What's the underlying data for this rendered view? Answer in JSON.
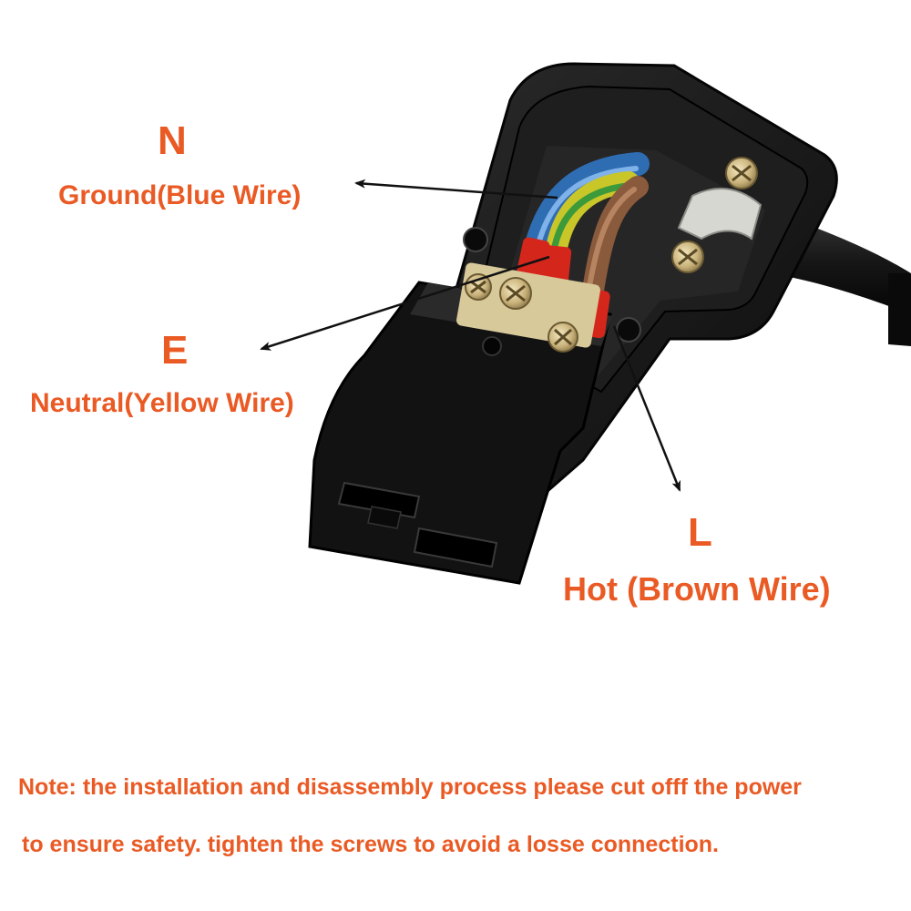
{
  "labels": {
    "n_letter": "N",
    "n_desc": "Ground(Blue Wire)",
    "e_letter": "E",
    "e_desc": "Neutral(Yellow Wire)",
    "l_letter": "L",
    "l_desc": "Hot (Brown Wire)"
  },
  "note": {
    "line1": "Note: the installation and  disassembly process please cut offf  the power",
    "line2": "to ensure safety. tighten the screws  to avoid a losse connection."
  },
  "colors": {
    "label_text": "#ea5a24",
    "arrow": "#111111",
    "housing": "#141414",
    "blue_wire": "#3f7fc4",
    "yellow_green_wire": "#c9c62a",
    "brown_wire": "#8a5a3c",
    "sleeve_red": "#d5261c",
    "screw_brass": "#c9b27a"
  }
}
